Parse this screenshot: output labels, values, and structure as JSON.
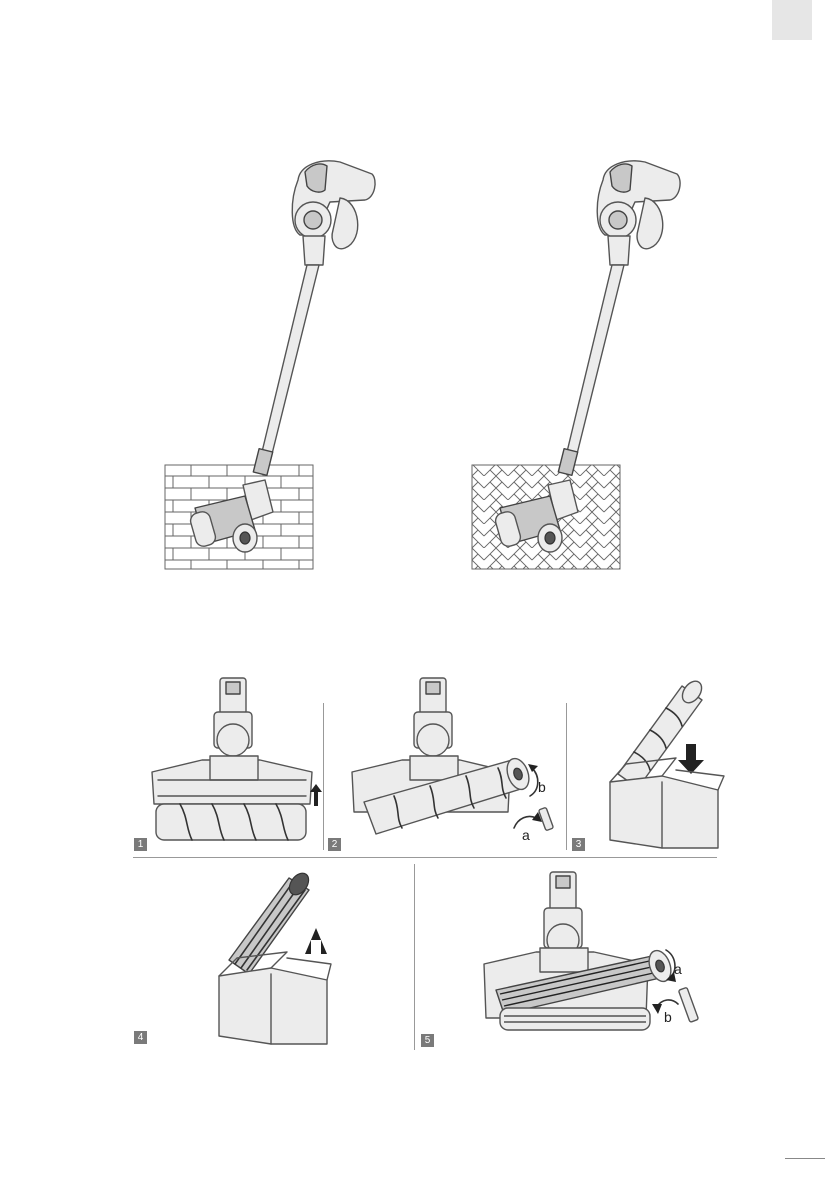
{
  "figures": {
    "vacuum_left": {
      "floor": "brick-pattern"
    },
    "vacuum_right": {
      "floor": "herringbone-pattern"
    }
  },
  "steps": [
    {
      "number": "1"
    },
    {
      "number": "2",
      "labels": [
        "b",
        "a"
      ]
    },
    {
      "number": "3"
    },
    {
      "number": "4"
    },
    {
      "number": "5",
      "labels": [
        "a",
        "b"
      ]
    }
  ],
  "colors": {
    "line": "#555555",
    "badge": "#7a7a7a",
    "corner_tab": "#e6e6e6"
  }
}
